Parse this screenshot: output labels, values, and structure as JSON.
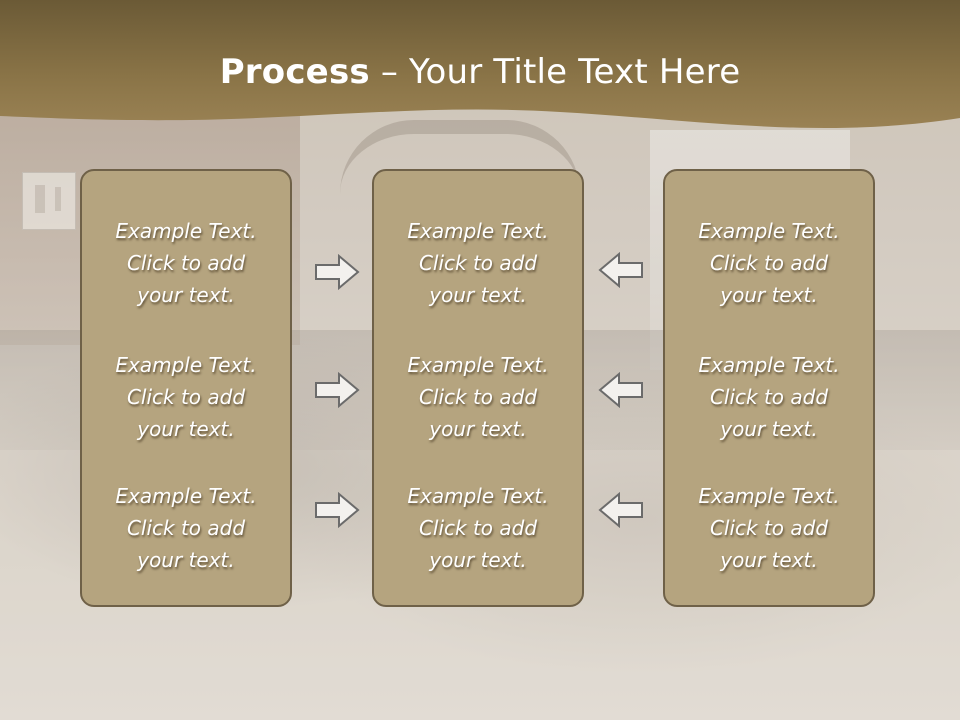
{
  "slide": {
    "title_bold": "Process",
    "title_rest": " – Your Title Text Here"
  },
  "columns": [
    {
      "items": [
        {
          "line1": "Example Text.",
          "line2": "Click  to add",
          "line3": "your text."
        },
        {
          "line1": "Example Text.",
          "line2": "Click  to add",
          "line3": "your text."
        },
        {
          "line1": "Example Text.",
          "line2": "Click  to add",
          "line3": "your text."
        }
      ]
    },
    {
      "items": [
        {
          "line1": "Example Text.",
          "line2": "Click  to add",
          "line3": "your text."
        },
        {
          "line1": "Example Text.",
          "line2": "Click  to add",
          "line3": "your text."
        },
        {
          "line1": "Example Text.",
          "line2": "Click  to add",
          "line3": "your text."
        }
      ]
    },
    {
      "items": [
        {
          "line1": "Example Text.",
          "line2": "Click  to add",
          "line3": "your text."
        },
        {
          "line1": "Example Text.",
          "line2": "Click  to add",
          "line3": "your text."
        },
        {
          "line1": "Example Text.",
          "line2": "Click  to add",
          "line3": "your text."
        }
      ]
    }
  ],
  "arrows": {
    "left_group": "arrow-right-icon",
    "right_group": "arrow-left-icon"
  },
  "colors": {
    "header_band": "#7c6a44",
    "box_fill": "#b5a47f",
    "box_border": "#6f6148",
    "arrow_fill": "#f3f1ee",
    "arrow_stroke": "#6b6b6b",
    "text": "#ffffff"
  }
}
